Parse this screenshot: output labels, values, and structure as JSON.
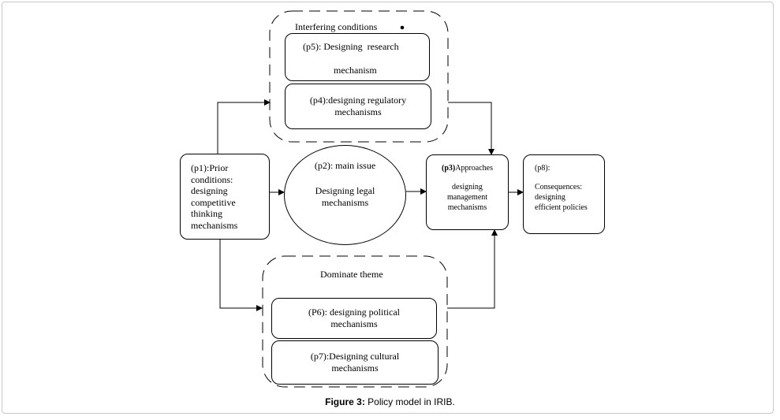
{
  "interfering_group": {
    "title": "Interfering conditions",
    "p5": {
      "line1": "(p5): Designing  research",
      "line2": "mechanism"
    },
    "p4": {
      "line1": "(p4):designing regulatory",
      "line2": "mechanisms"
    }
  },
  "p1": {
    "lines": [
      "(p1):Prior",
      "conditions:",
      "designing",
      "competitive",
      "thinking",
      "mechanisms"
    ]
  },
  "p2": {
    "line1": "(p2): main issue",
    "line2": "Designing legal",
    "line3": "mechanisms"
  },
  "p3": {
    "label_bold": "(p3)",
    "label_rest": "Approaches",
    "lines": [
      "designing",
      "management",
      "mechanisms"
    ]
  },
  "p8": {
    "line1": "(p8):",
    "lines": [
      "Consequences:",
      "designing",
      "efficient policies"
    ]
  },
  "dominate_group": {
    "title": "Dominate theme",
    "p6": {
      "line1": "(P6): designing political",
      "line2": "mechanisms"
    },
    "p7": {
      "line1": "(p7):Designing cultural",
      "line2": "mechanisms"
    }
  },
  "caption": {
    "label": "Figure 3:",
    "text": " Policy model in IRIB."
  }
}
